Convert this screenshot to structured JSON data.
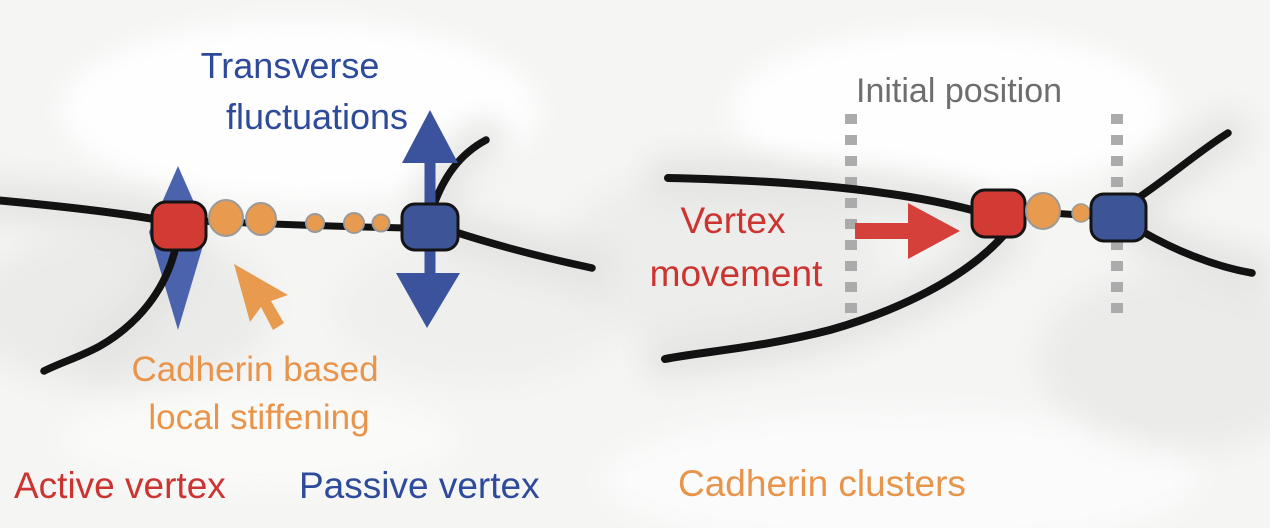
{
  "figure": {
    "left_panel": {
      "transverse_label": {
        "line1": "Transverse",
        "line2": "fluctuations"
      },
      "stiffening_label": {
        "line1": "Cadherin based",
        "line2": "local stiffening"
      }
    },
    "right_panel": {
      "initial_position_label": "Initial position",
      "vertex_movement_label": {
        "line1": "Vertex",
        "line2": "movement"
      }
    },
    "legend": {
      "active_vertex": "Active vertex",
      "passive_vertex": "Passive vertex",
      "cadherin_clusters": "Cadherin clusters"
    },
    "colors": {
      "active_red": "#d23b34",
      "red_arrow": "#d6403a",
      "passive_blue": "#3d5497",
      "arrow_blue": "#3a539c",
      "diamond_blue": "#4a63ac",
      "blue_text": "#2e4a9a",
      "cadherin_orange": "#e89a4f",
      "orange_text": "#e8944b",
      "gray_label": "#6e6e6e",
      "dash_gray": "#ababab",
      "membrane_black": "#121212"
    }
  }
}
